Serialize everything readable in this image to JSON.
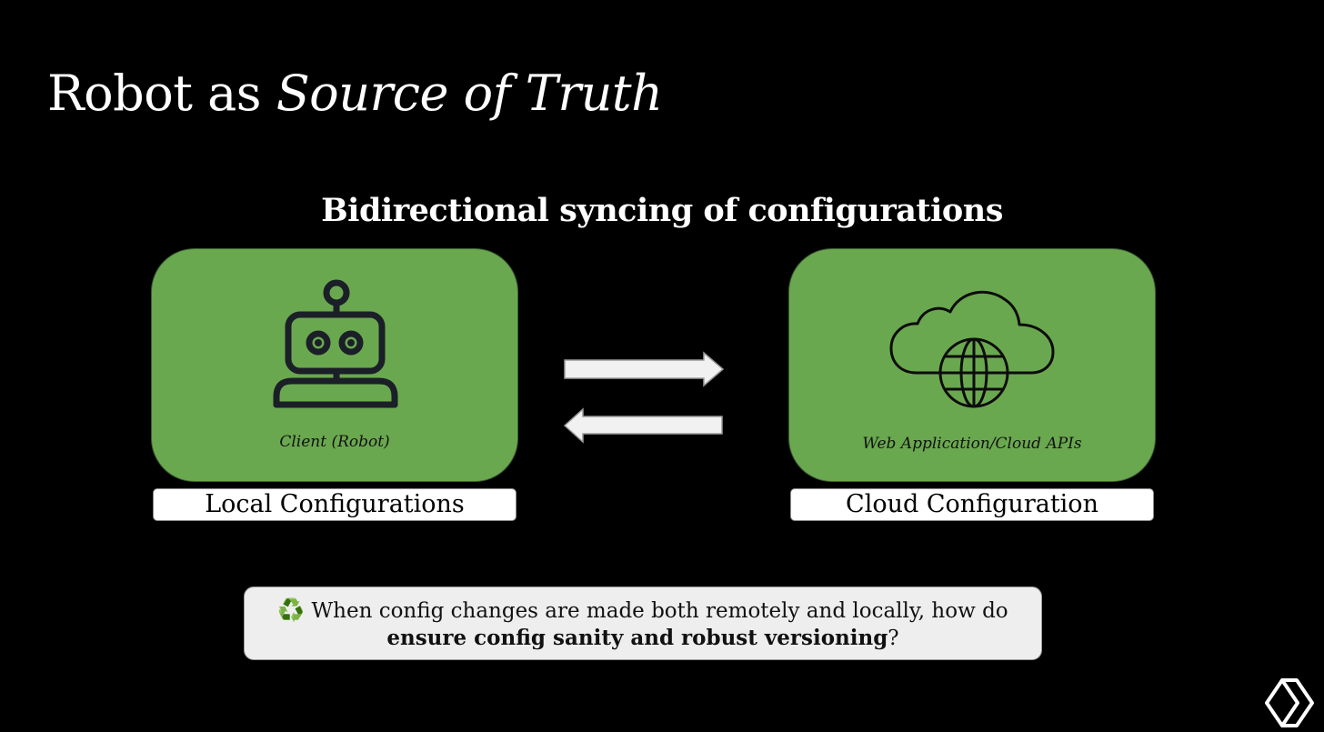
{
  "slide": {
    "title_main": "Robot as ",
    "title_emphasis": "Source of Truth",
    "subtitle": "Bidirectional syncing of configurations"
  },
  "colors": {
    "background": "#000000",
    "node_fill": "#6aa84f",
    "icon_stroke": "#1b1f27",
    "arrow_fill": "#f1f1f1",
    "question_bg": "#eeeeee",
    "recycle_icon": "#3aa142"
  },
  "nodes": {
    "client": {
      "icon": "robot-icon",
      "caption": "Client (Robot)",
      "label": "Local Configurations"
    },
    "cloud": {
      "icon": "cloud-globe-icon",
      "caption": "Web Application/Cloud APIs",
      "label": "Cloud Configuration"
    }
  },
  "edges": [
    {
      "from": "client",
      "to": "cloud",
      "direction": "right"
    },
    {
      "from": "cloud",
      "to": "client",
      "direction": "left"
    }
  ],
  "question": {
    "icon": "recycle-icon",
    "icon_glyph": "♻️",
    "line1": "When config changes are made both remotely and locally, how do",
    "line2_bold": "ensure config sanity and robust versioning",
    "line2_end": "?"
  },
  "logo": {
    "icon": "brand-logo-icon"
  }
}
